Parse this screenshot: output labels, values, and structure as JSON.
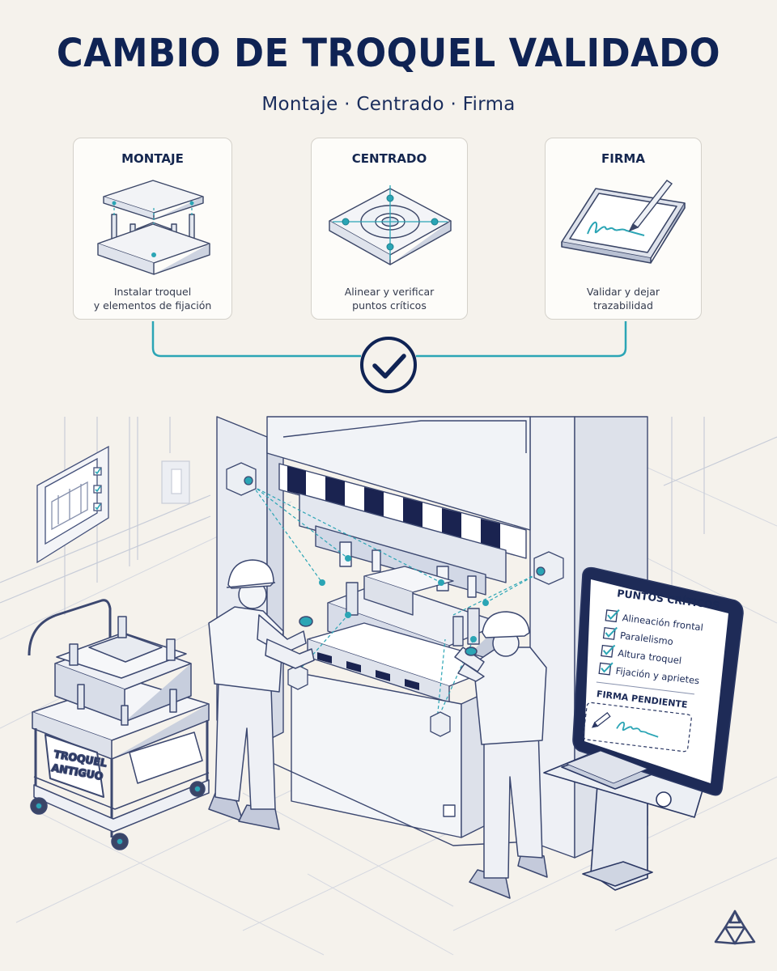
{
  "header": {
    "title": "CAMBIO DE TROQUEL VALIDADO",
    "subtitle": "Montaje · Centrado · Firma"
  },
  "steps": [
    {
      "title": "MONTAJE",
      "desc_lines": [
        "Instalar troquel",
        "y elementos de fijación"
      ]
    },
    {
      "title": "CENTRADO",
      "desc_lines": [
        "Alinear y verificar",
        "puntos críticos"
      ]
    },
    {
      "title": "FIRMA",
      "desc_lines": [
        "Validar y dejar",
        "trazabilidad"
      ]
    }
  ],
  "cart_label": [
    "TROQUEL",
    "ANTIGUO"
  ],
  "panel": {
    "title": "PUNTOS CRÍTICOS",
    "checklist": [
      {
        "label": "Alineación frontal",
        "checked": true
      },
      {
        "label": "Paralelismo",
        "checked": true
      },
      {
        "label": "Altura troquel",
        "checked": true
      },
      {
        "label": "Fijación y aprietes",
        "checked": true
      }
    ],
    "signature_label": "FIRMA PENDIENTE"
  },
  "icons": [
    "die-assembly-icon",
    "centering-plate-icon",
    "signature-tablet-icon",
    "check-circle-icon",
    "logo-icon"
  ],
  "colors": {
    "navy": "#0f2354",
    "teal": "#2ba5b5",
    "line": "#5d6b8c",
    "background": "#f5f2ec"
  }
}
